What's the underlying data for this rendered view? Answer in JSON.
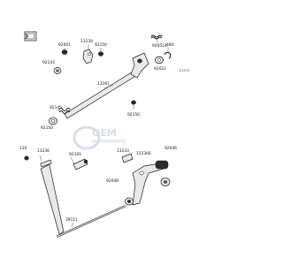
{
  "figure_id": "E1372",
  "watermark": {
    "line1": "OEM",
    "line2": "MOTORPARTS",
    "color": "#cfd9e8"
  },
  "parts": [
    {
      "id": "13239",
      "label": "13239"
    },
    {
      "id": "92001",
      "label": "92001"
    },
    {
      "id": "92150-a",
      "label": "92150"
    },
    {
      "id": "920514",
      "label": "920514"
    },
    {
      "id": "480",
      "label": "480"
    },
    {
      "id": "92143",
      "label": "92143"
    },
    {
      "id": "92022",
      "label": "92022"
    },
    {
      "id": "13161",
      "label": "13161"
    },
    {
      "id": "92145",
      "label": "92145"
    },
    {
      "id": "92150-b",
      "label": "92150"
    },
    {
      "id": "92150-c",
      "label": "92150"
    },
    {
      "id": "13236",
      "label": "13236"
    },
    {
      "id": "92046",
      "label": "92046"
    },
    {
      "id": "13233",
      "label": "13233"
    },
    {
      "id": "132366",
      "label": "132366"
    },
    {
      "id": "92191",
      "label": "92191"
    },
    {
      "id": "130",
      "label": "130"
    },
    {
      "id": "92049",
      "label": "92049"
    },
    {
      "id": "39111",
      "label": "39111"
    }
  ]
}
